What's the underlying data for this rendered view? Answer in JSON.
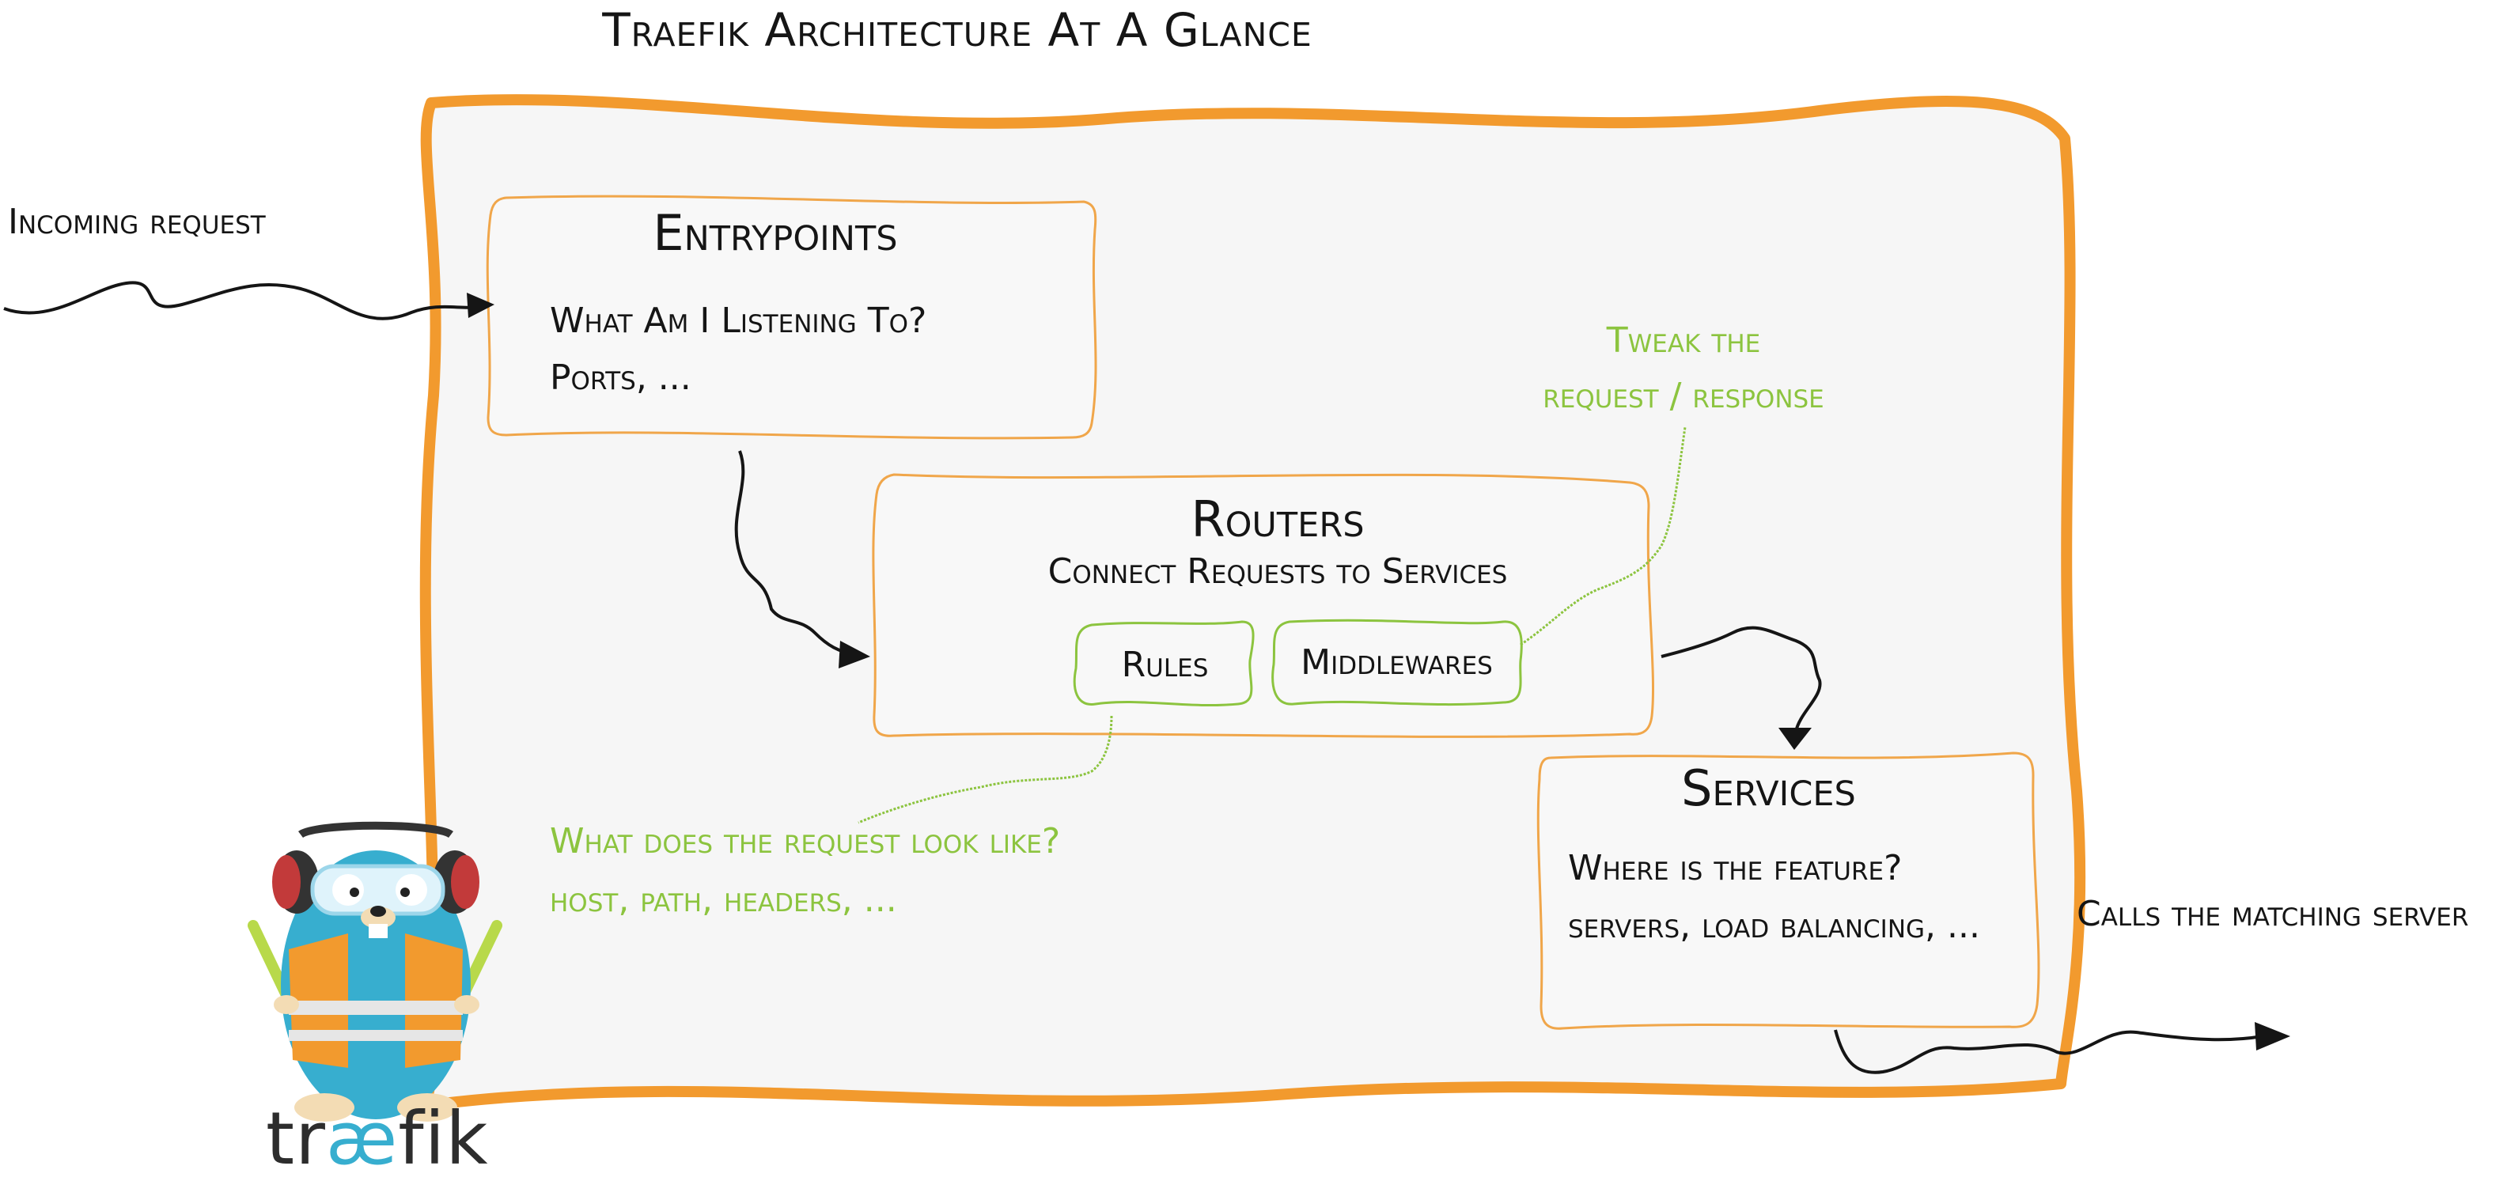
{
  "title": "Traefik Architecture At A Glance",
  "incoming_label": "Incoming request",
  "entrypoints": {
    "heading": "Entrypoints",
    "line1": "What Am I Listening To?",
    "line2": "Ports, ..."
  },
  "routers": {
    "heading": "Routers",
    "subheading": "Connect Requests to Services",
    "rules_label": "Rules",
    "middlewares_label": "Middlewares"
  },
  "services": {
    "heading": "Services",
    "line1": "Where is the feature?",
    "line2": "servers, load balancing, ..."
  },
  "tweak_note": {
    "line1": "Tweak the",
    "line2": "request / response"
  },
  "rules_note": {
    "line1": "What does the request look like?",
    "line2": "host, path, headers, ..."
  },
  "outgoing_label": "Calls the matching server",
  "logo": {
    "prefix": "tr",
    "ligature": "æ",
    "suffix": "fik"
  },
  "colors": {
    "frame": "#f29a2e",
    "box_border": "#f0a64a",
    "green": "#8cc43f",
    "arrow": "#151515",
    "panel": "#f6f6f6"
  },
  "icons": [
    "gopher-mascot-icon"
  ]
}
